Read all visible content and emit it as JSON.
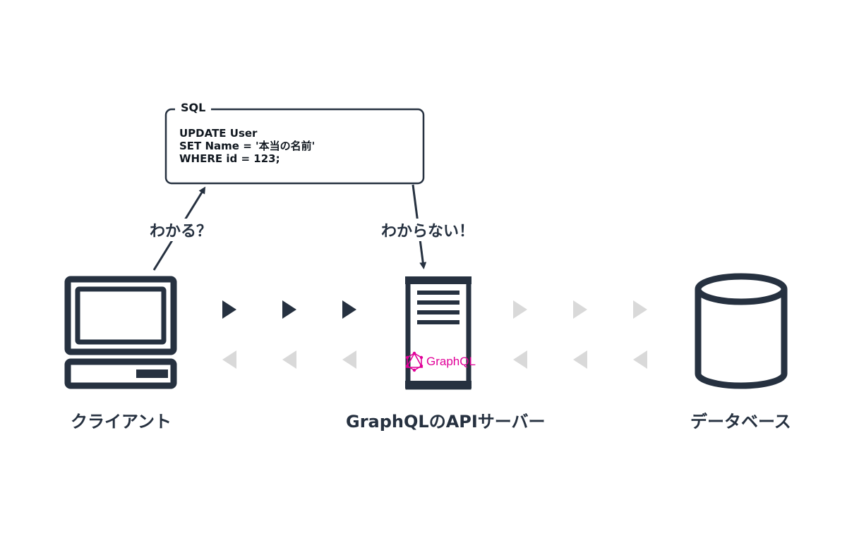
{
  "sql_box": {
    "title": "SQL",
    "lines": [
      "UPDATE User",
      "SET Name = '本当の名前'",
      "WHERE id = 123;"
    ]
  },
  "annotations": {
    "client": "わかる？",
    "server": "わからない！"
  },
  "nodes": {
    "client": {
      "label": "クライアント",
      "icon": "laptop-icon"
    },
    "server": {
      "label": "GraphQLのAPIサーバー",
      "icon": "server-icon",
      "brand": "GraphQL"
    },
    "database": {
      "label": "データベース",
      "icon": "database-icon"
    }
  },
  "colors": {
    "ink": "#263140",
    "arrow_active": "#263140",
    "arrow_inactive": "#d9d9d9",
    "graphql_pink": "#e10098",
    "background": "#ffffff"
  }
}
